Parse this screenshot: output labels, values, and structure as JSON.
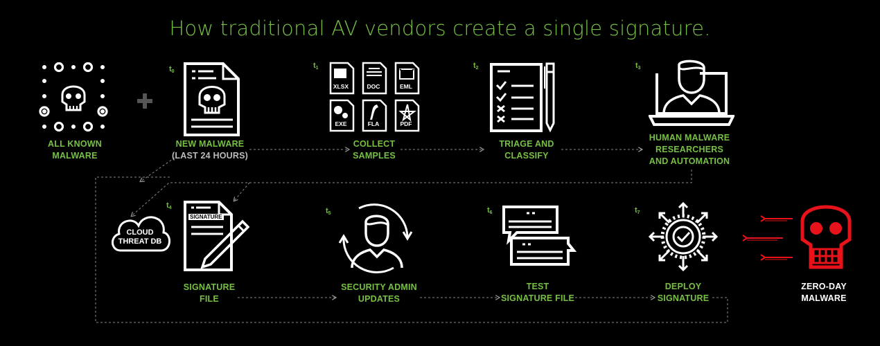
{
  "title": "How traditional AV vendors create a single signature.",
  "steps": {
    "known": {
      "line1": "ALL KNOWN",
      "line2": "MALWARE"
    },
    "new": {
      "time": "t",
      "sub": "0",
      "line1": "NEW MALWARE",
      "line2": "(LAST 24 HOURS)"
    },
    "collect": {
      "time": "t",
      "sub": "1",
      "line1": "COLLECT",
      "line2": "SAMPLES"
    },
    "triage": {
      "time": "t",
      "sub": "2",
      "line1": "TRIAGE AND",
      "line2": "CLASSIFY"
    },
    "human": {
      "time": "t",
      "sub": "3",
      "line1": "HUMAN MALWARE",
      "line2": "RESEARCHERS",
      "line3": "AND AUTOMATION"
    },
    "sigfile": {
      "time": "t",
      "sub": "4",
      "line1": "SIGNATURE",
      "line2": "FILE",
      "doc_label": "SIGNATURE"
    },
    "admin": {
      "time": "t",
      "sub": "5",
      "line1": "SECURITY ADMIN",
      "line2": "UPDATES"
    },
    "test": {
      "time": "t",
      "sub": "6",
      "line1": "TEST",
      "line2": "SIGNATURE FILE"
    },
    "deploy": {
      "time": "t",
      "sub": "7",
      "line1": "DEPLOY",
      "line2": "SIGNATURE"
    },
    "zeroday": {
      "line1": "ZERO-DAY",
      "line2": "MALWARE"
    }
  },
  "cloud": {
    "line1": "CLOUD",
    "line2": "THREAT DB"
  },
  "file_types": [
    "XLSX",
    "DOC",
    "EML",
    "EXE",
    "FLA",
    "PDF"
  ],
  "colors": {
    "accent": "#76c043",
    "danger": "#e8121b",
    "background": "#000000",
    "foreground": "#ffffff"
  }
}
